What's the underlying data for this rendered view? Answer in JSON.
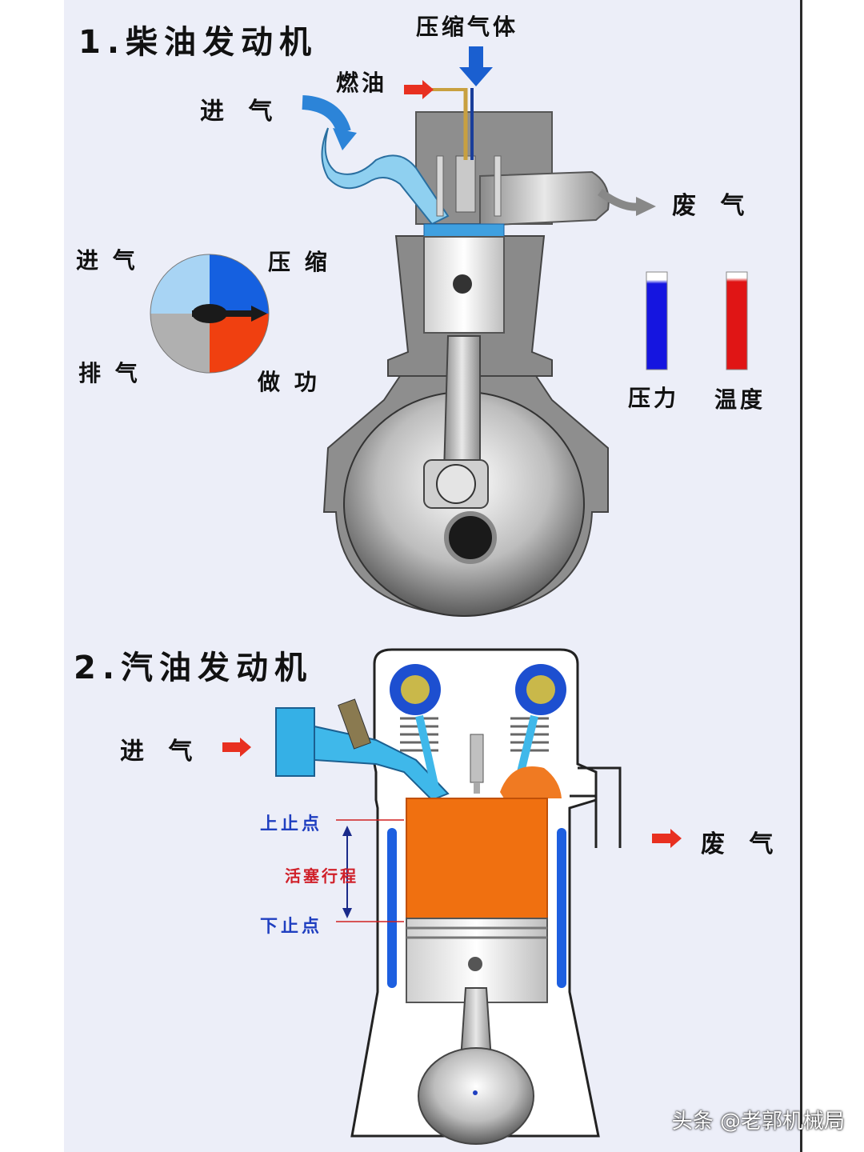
{
  "diesel": {
    "title": "1.柴油发动机",
    "label_compressed_gas": "压缩气体",
    "label_fuel": "燃油",
    "label_intake": "进 气",
    "label_exhaust": "废 气",
    "cycle": {
      "intake": "进 气",
      "compression": "压 缩",
      "exhaust": "排 气",
      "power": "做 功"
    },
    "gauges": {
      "pressure_label": "压力",
      "temperature_label": "温度",
      "pressure_color": "#1515e0",
      "temperature_color": "#e01515"
    }
  },
  "gasoline": {
    "title": "2.汽油发动机",
    "label_intake": "进 气",
    "label_exhaust": "废 气",
    "label_tdc": "上止点",
    "label_stroke": "活塞行程",
    "label_bdc": "下止点"
  },
  "watermark": "头条 @老郭机械局",
  "colors": {
    "panel_bg": "#eceef8",
    "engine_gray": "#9a9a9a",
    "intake_blue": "#3fb0e0",
    "combustion_orange": "#f07010",
    "arrow_red": "#e83020",
    "arrow_blue": "#1a5fd0"
  }
}
